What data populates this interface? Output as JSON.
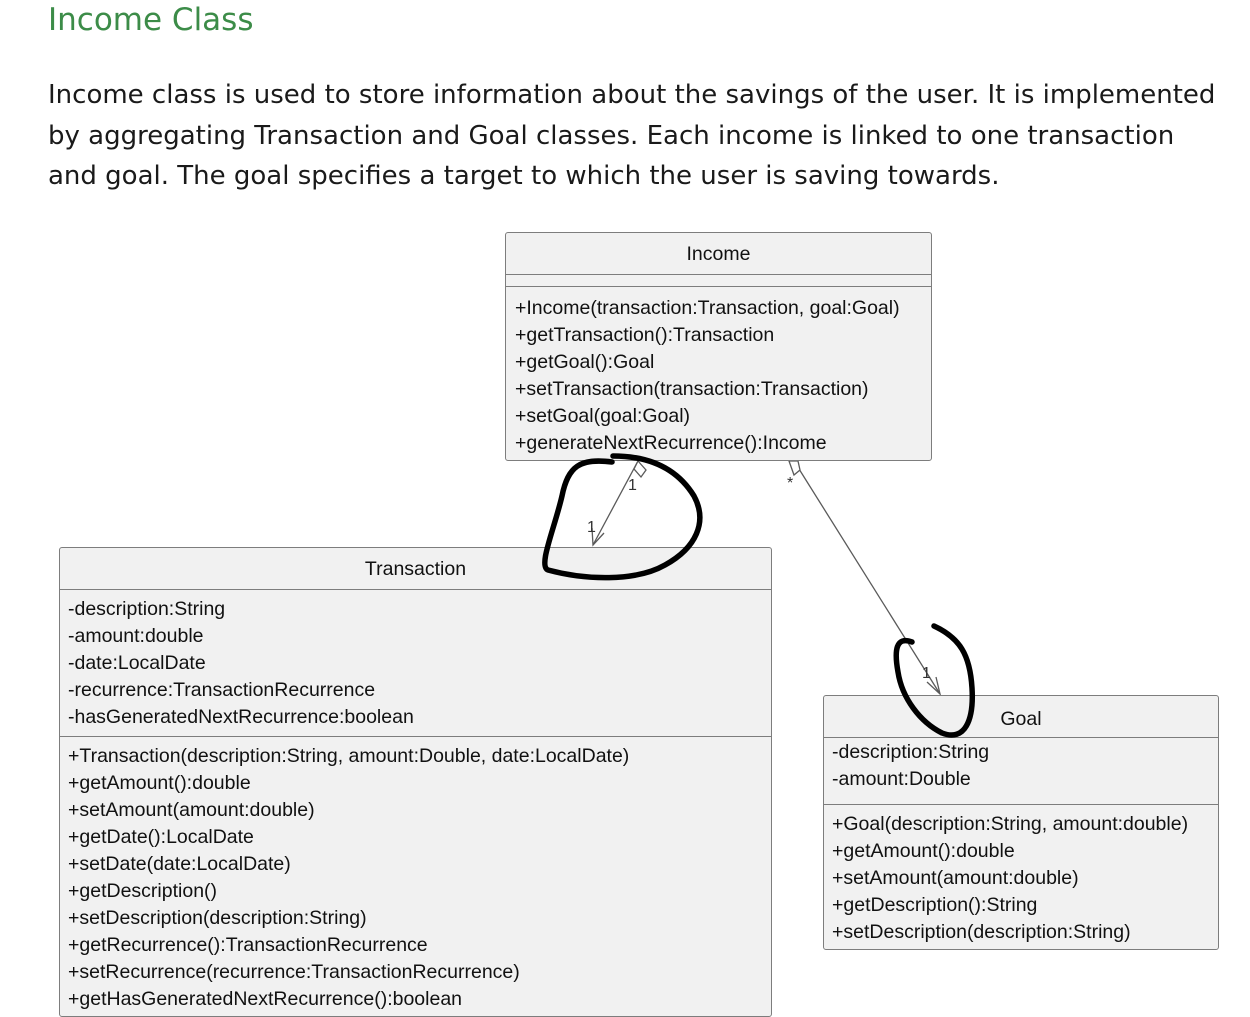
{
  "section": {
    "title": "Income Class",
    "description": "Income class is used to store information about the savings of the user. It is implemented by aggregating Transaction and Goal classes. Each income is linked to one transaction and goal. The goal specifies a target to which the user is saving towards."
  },
  "diagram": {
    "income": {
      "name": "Income",
      "attributes": [],
      "operations": [
        "+Income(transaction:Transaction, goal:Goal)",
        "+getTransaction():Transaction",
        "+getGoal():Goal",
        "+setTransaction(transaction:Transaction)",
        "+setGoal(goal:Goal)",
        "+generateNextRecurrence():Income"
      ]
    },
    "transaction": {
      "name": "Transaction",
      "attributes": [
        "-description:String",
        "-amount:double",
        "-date:LocalDate",
        "-recurrence:TransactionRecurrence",
        "-hasGeneratedNextRecurrence:boolean"
      ],
      "operations": [
        "+Transaction(description:String, amount:Double, date:LocalDate)",
        "+getAmount():double",
        "+setAmount(amount:double)",
        "+getDate():LocalDate",
        "+setDate(date:LocalDate)",
        "+getDescription()",
        "+setDescription(description:String)",
        "+getRecurrence():TransactionRecurrence",
        "+setRecurrence(recurrence:TransactionRecurrence)",
        "+getHasGeneratedNextRecurrence():boolean"
      ]
    },
    "goal": {
      "name": "Goal",
      "attributes": [
        "-description:String",
        "-amount:Double"
      ],
      "operations": [
        "+Goal(description:String, amount:double)",
        "+getAmount():double",
        "+setAmount(amount:double)",
        "+getDescription():String",
        "+setDescription(description:String)"
      ]
    },
    "associations": [
      {
        "from": "Income",
        "to": "Transaction",
        "source_multiplicity": "1",
        "target_multiplicity": "1"
      },
      {
        "from": "Income",
        "to": "Goal",
        "source_multiplicity": "*",
        "target_multiplicity": "1"
      }
    ]
  }
}
